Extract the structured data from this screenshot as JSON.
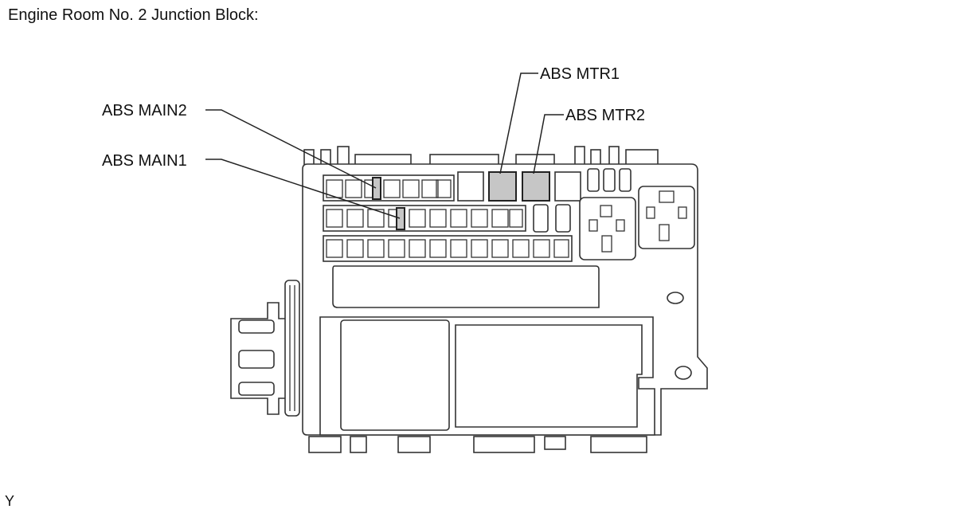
{
  "title": "Engine Room No. 2 Junction Block:",
  "footer": "Y",
  "callouts": {
    "abs_main2": "ABS MAIN2",
    "abs_main1": "ABS MAIN1",
    "abs_mtr1": "ABS MTR1",
    "abs_mtr2": "ABS MTR2"
  },
  "colors": {
    "highlight_fill": "#c6c6c6",
    "line": "#333333"
  }
}
